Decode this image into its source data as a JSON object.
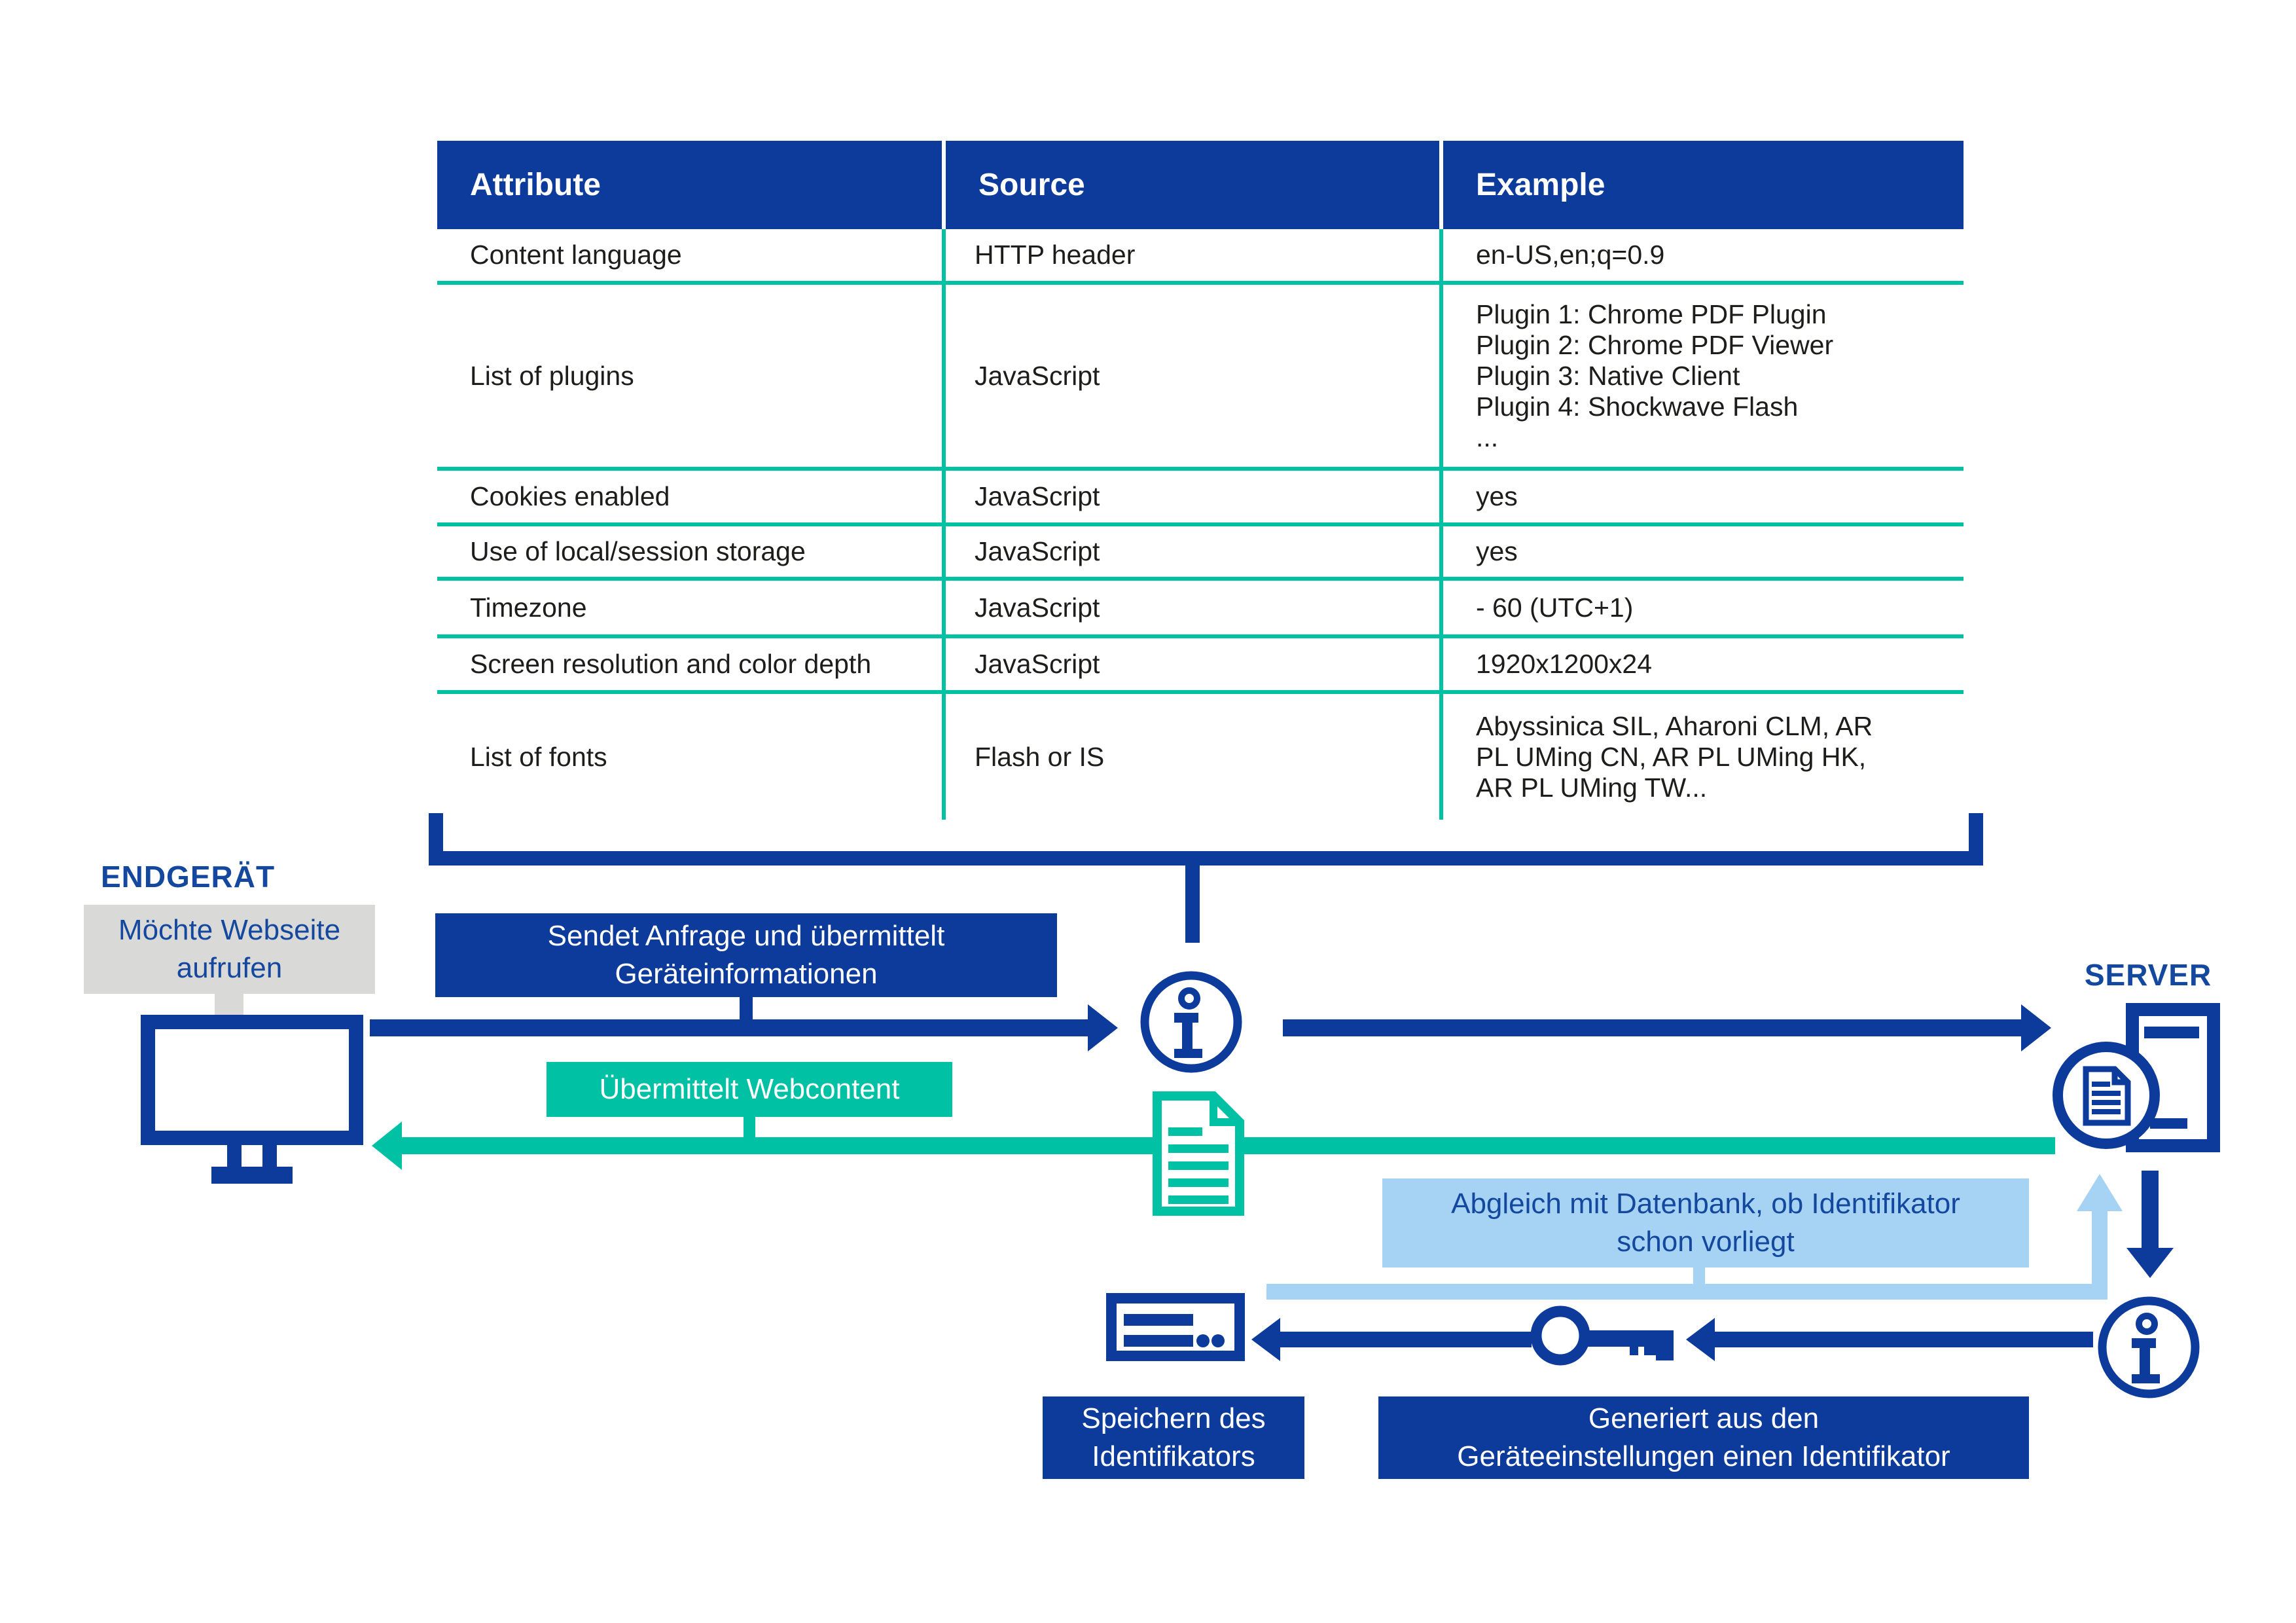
{
  "colors": {
    "dark_blue": "#0c3b9c",
    "teal": "#00c1a4",
    "light_blue": "#a6d3f4",
    "gray_box": "#d9d9d7",
    "label_blue": "#14489e"
  },
  "table": {
    "headers": [
      "Attribute",
      "Source",
      "Example"
    ],
    "rows": [
      {
        "attribute": "Content language",
        "source": "HTTP header",
        "example": [
          "en-US,en;q=0.9"
        ]
      },
      {
        "attribute": "List of plugins",
        "source": "JavaScript",
        "example": [
          "Plugin 1: Chrome PDF Plugin",
          "Plugin 2: Chrome PDF Viewer",
          "Plugin 3: Native Client",
          "Plugin 4: Shockwave Flash",
          "..."
        ]
      },
      {
        "attribute": "Cookies enabled",
        "source": "JavaScript",
        "example": [
          "yes"
        ]
      },
      {
        "attribute": "Use of local/session storage",
        "source": "JavaScript",
        "example": [
          "yes"
        ]
      },
      {
        "attribute": "Timezone",
        "source": "JavaScript",
        "example": [
          "- 60 (UTC+1)"
        ]
      },
      {
        "attribute": "Screen resolution and color depth",
        "source": "JavaScript",
        "example": [
          "1920x1200x24"
        ]
      },
      {
        "attribute": "List of fonts",
        "source": "Flash or IS",
        "example": [
          "Abyssinica SIL, Aharoni CLM, AR",
          "PL UMing CN, AR PL UMing HK,",
          "AR PL UMing TW..."
        ]
      }
    ]
  },
  "diagram": {
    "endgeraet_label": "ENDGERÄT",
    "server_label": "SERVER",
    "intent_lines": [
      "Möchte Webseite",
      "aufrufen"
    ],
    "request_lines": [
      "Sendet Anfrage und übermittelt",
      "Geräteinformationen"
    ],
    "response_label": "Übermittelt Webcontent",
    "db_check_lines": [
      "Abgleich mit Datenbank, ob Identifikator",
      "schon vorliegt"
    ],
    "store_lines": [
      "Speichern des",
      "Identifikators"
    ],
    "generate_lines": [
      "Generiert aus den",
      "Geräteeinstellungen einen Identifikator"
    ],
    "icons": {
      "client": "monitor-icon",
      "request": "info-icon",
      "response": "document-icon",
      "server": "server-icon",
      "identifier": "id-card-icon",
      "key": "key-icon"
    }
  }
}
